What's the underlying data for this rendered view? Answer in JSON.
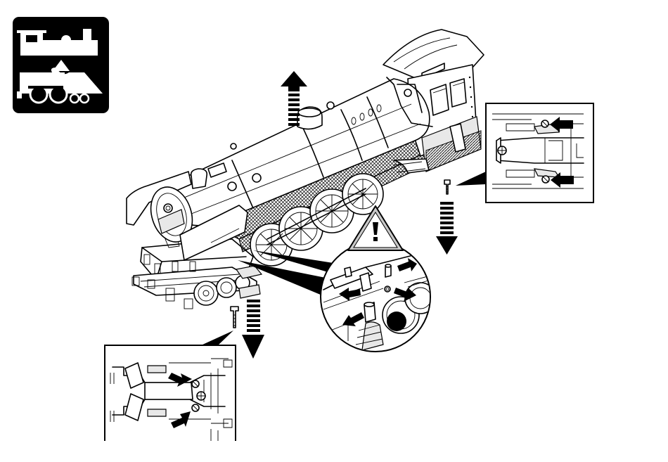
{
  "icons": {
    "header": "locomotive-body-removal-icon",
    "warning": "warning-triangle-icon",
    "lift": "lift-up-arrow-icon",
    "down": "screw-down-arrow-icon",
    "pointer": "pointer-arrow-icon"
  },
  "colors": {
    "line": "#000000",
    "background": "#ffffff",
    "warning_fill": "#c8c8c8"
  },
  "callouts": {
    "rear": {
      "screws": 2
    },
    "front": {
      "screws": 2
    },
    "center": {
      "pointers": 4
    }
  }
}
